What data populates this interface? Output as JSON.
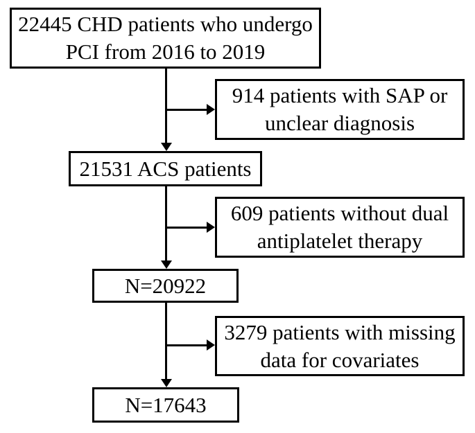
{
  "flowchart": {
    "type": "patient-selection-flow-diagram",
    "colors": {
      "border": "#000000",
      "background": "#ffffff",
      "text": "#000000",
      "arrow": "#000000"
    },
    "main_boxes": [
      {
        "text": "22445 CHD patients who undergo PCI from 2016 to 2019",
        "lines": [
          "22445 CHD patients who undergo",
          "PCI from 2016 to 2019"
        ]
      },
      {
        "text": "21531 ACS patients",
        "lines": [
          "21531 ACS patients"
        ]
      },
      {
        "text": "N=20922",
        "lines": [
          "N=20922"
        ]
      },
      {
        "text": "N=17643",
        "lines": [
          "N=17643"
        ]
      }
    ],
    "exclusion_boxes": [
      {
        "text": "914 patients with SAP or unclear diagnosis",
        "lines": [
          "914 patients with SAP or",
          "unclear diagnosis"
        ]
      },
      {
        "text": "609 patients without dual antiplatelet therapy",
        "lines": [
          "609 patients without dual",
          "antiplatelet therapy"
        ]
      },
      {
        "text": "3279 patients with missing data for covariates",
        "lines": [
          "3279 patients with missing",
          "data for covariates"
        ]
      }
    ]
  }
}
